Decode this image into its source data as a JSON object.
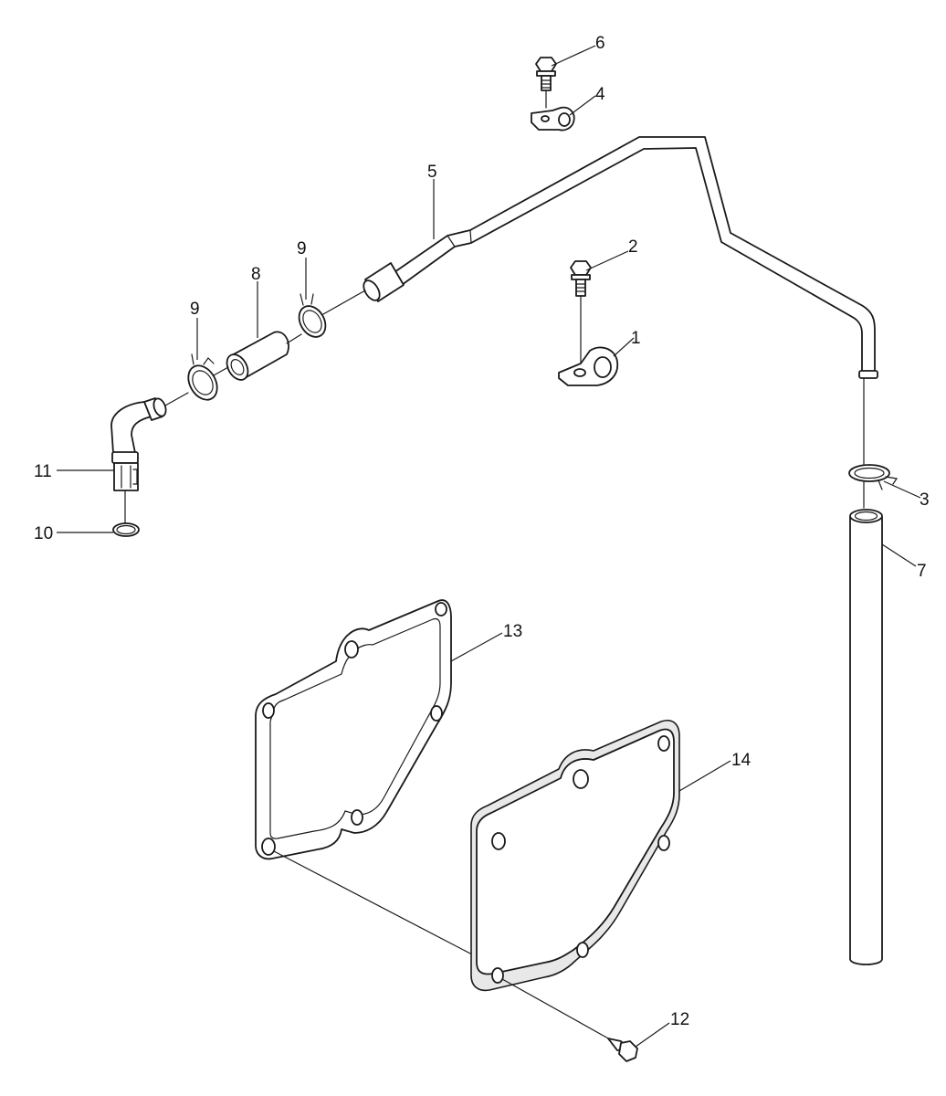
{
  "callouts": {
    "c1": "1",
    "c2": "2",
    "c3": "3",
    "c4": "4",
    "c5": "5",
    "c6": "6",
    "c7": "7",
    "c8": "8",
    "c9a": "9",
    "c9b": "9",
    "c10": "10",
    "c11": "11",
    "c12": "12",
    "c13": "13",
    "c14": "14"
  },
  "colors": {
    "line": "#1a1a1a",
    "background": "#ffffff"
  }
}
